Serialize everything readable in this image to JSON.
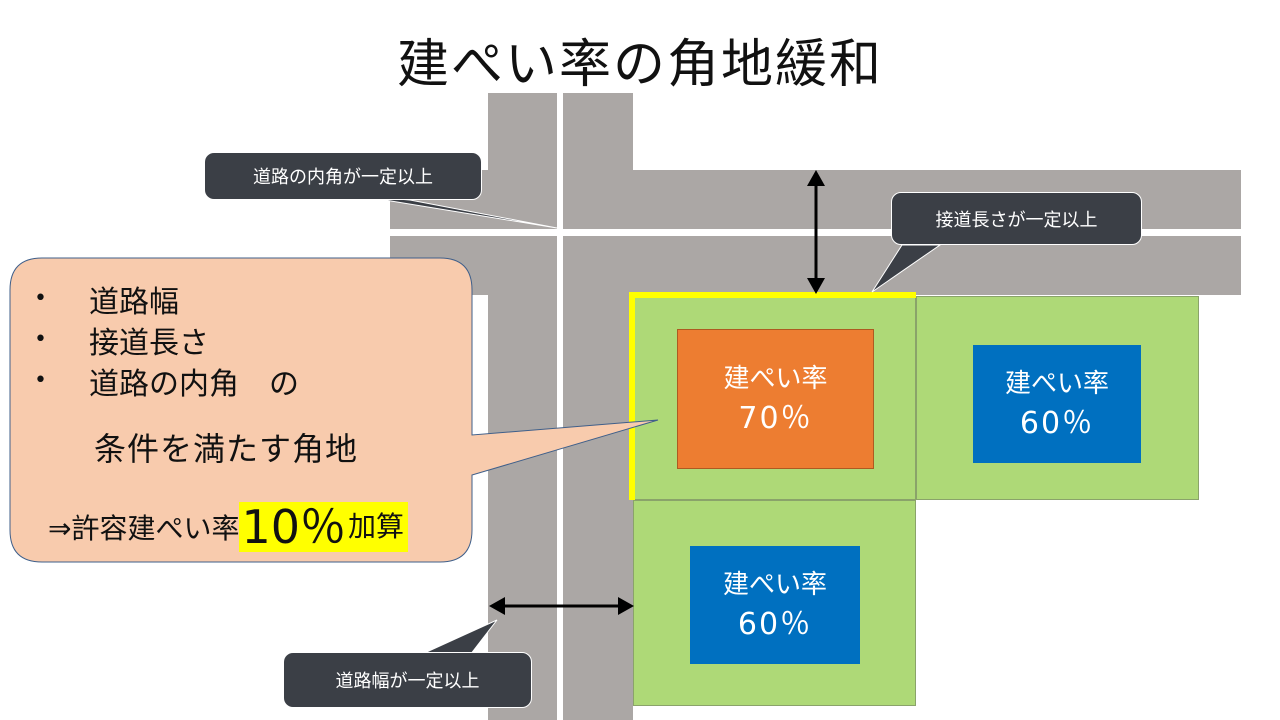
{
  "title": "建ぺい率の角地緩和",
  "callouts": {
    "road_angle": "道路の内角が一定以上",
    "frontage": "接道長さが一定以上",
    "road_width": "道路幅が一定以上"
  },
  "conditions": {
    "items": [
      "道路幅",
      "接道長さ",
      "道路の内角　の"
    ],
    "bullet": "•",
    "line": "条件を満たす角地",
    "result_prefix": "⇒許容建ぺい率",
    "result_value": "10％",
    "result_suffix": "加算"
  },
  "lots": [
    {
      "label": "建ぺい率",
      "value": "70％",
      "color": "#ed7d31"
    },
    {
      "label": "建ぺい率",
      "value": "60％",
      "color": "#0070c0"
    },
    {
      "label": "建ぺい率",
      "value": "60％",
      "color": "#0070c0"
    }
  ],
  "colors": {
    "road": "#aba7a5",
    "lot": "#aed977",
    "corner_highlight": "#ffff00",
    "callout_bg": "#3b3f46",
    "conditions_bubble": "#f8cbad"
  }
}
